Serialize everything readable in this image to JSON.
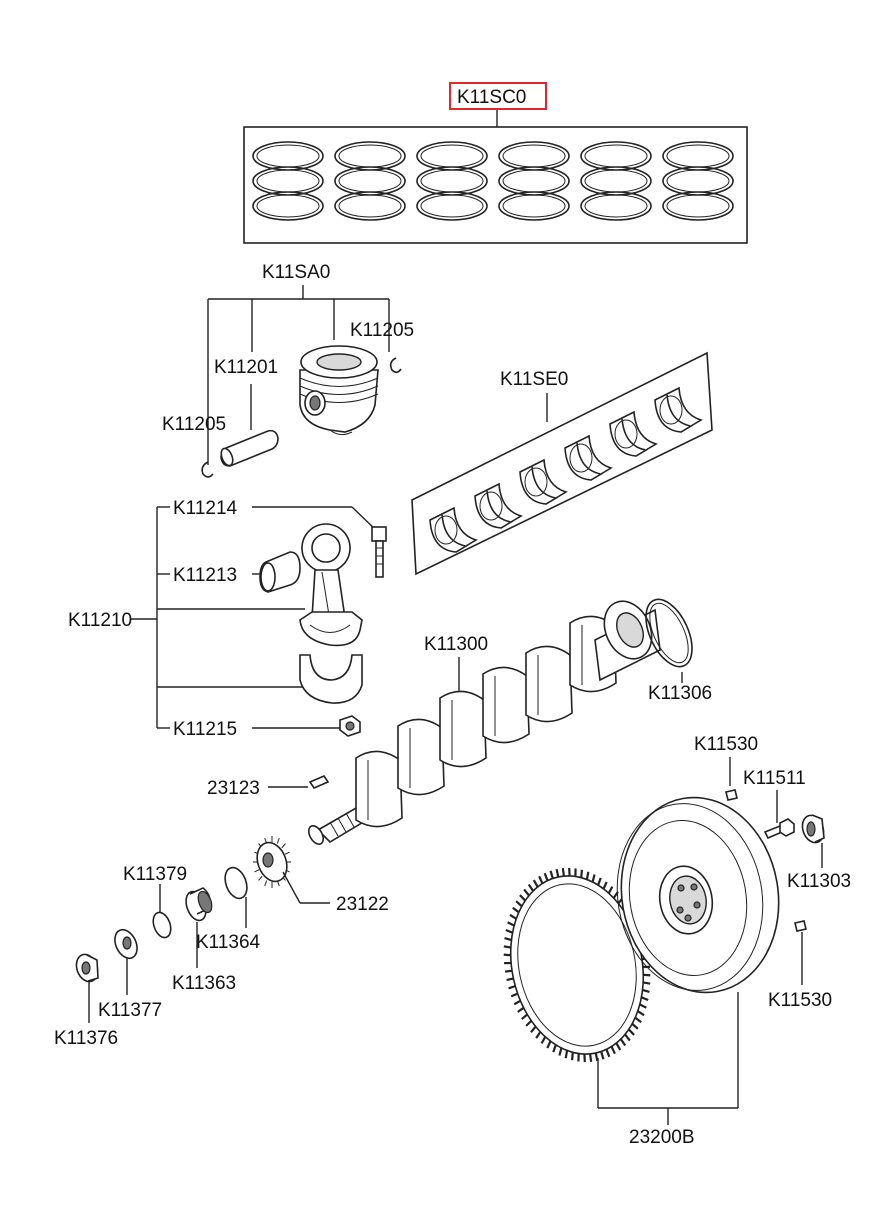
{
  "labels": {
    "k11sc0": "K11SC0",
    "k11sa0": "K11SA0",
    "k11205_top": "K11205",
    "k11201": "K11201",
    "k11205_left": "K11205",
    "k11se0": "K11SE0",
    "k11214": "K11214",
    "k11213": "K11213",
    "k11210": "K11210",
    "k11215": "K11215",
    "k11300": "K11300",
    "k11306": "K11306",
    "n23123": "23123",
    "n23122": "23122",
    "k11379": "K11379",
    "k11364": "K11364",
    "k11363": "K11363",
    "k11377": "K11377",
    "k11376": "K11376",
    "k11530_top": "K11530",
    "k11511": "K11511",
    "k11303": "K11303",
    "k11530_bottom": "K11530",
    "n23200b": "23200B"
  },
  "highlight_color": "#e0282e"
}
